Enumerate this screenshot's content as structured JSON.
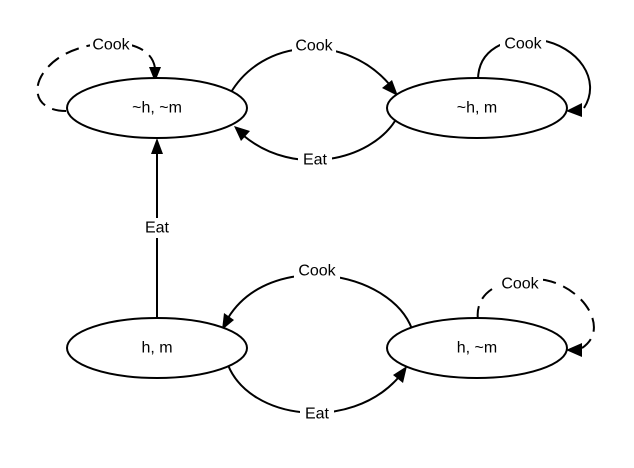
{
  "states": {
    "not_h_not_m": "~h, ~m",
    "not_h_m": "~h, m",
    "h_m": "h, m",
    "h_not_m": "h, ~m"
  },
  "edges": {
    "cook_self_not_h_not_m": {
      "label": "Cook",
      "from": "~h, ~m",
      "to": "~h, ~m",
      "style": "dashed"
    },
    "cook_not_h_not_m_to_not_h_m": {
      "label": "Cook",
      "from": "~h, ~m",
      "to": "~h, m",
      "style": "solid"
    },
    "cook_self_not_h_m": {
      "label": "Cook",
      "from": "~h, m",
      "to": "~h, m",
      "style": "solid"
    },
    "eat_not_h_m_to_not_h_not_m": {
      "label": "Eat",
      "from": "~h, m",
      "to": "~h, ~m",
      "style": "solid"
    },
    "eat_h_m_to_not_h_not_m": {
      "label": "Eat",
      "from": "h, m",
      "to": "~h, ~m",
      "style": "solid"
    },
    "cook_h_not_m_to_h_m": {
      "label": "Cook",
      "from": "h, ~m",
      "to": "h, m",
      "style": "solid"
    },
    "cook_self_h_not_m": {
      "label": "Cook",
      "from": "h, ~m",
      "to": "h, ~m",
      "style": "dashed"
    },
    "eat_h_m_to_h_not_m": {
      "label": "Eat",
      "from": "h, m",
      "to": "h, ~m",
      "style": "solid"
    }
  }
}
